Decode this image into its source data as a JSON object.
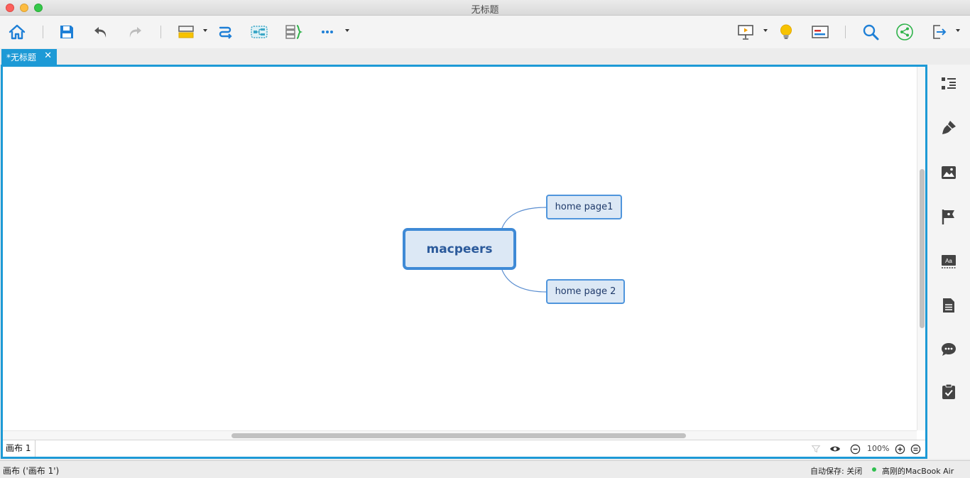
{
  "window": {
    "title": "无标题"
  },
  "tab": {
    "label": "*无标题",
    "close": "✕"
  },
  "mindmap": {
    "central": "macpeers",
    "topics": [
      "home page1",
      "home page 2"
    ]
  },
  "sheetbar": {
    "sheet_name": "画布 1",
    "zoom": "100%"
  },
  "status": {
    "left": "画布 ('画布 1')",
    "autosave": "自动保存: 关闭",
    "user": "高刚的MacBook Air"
  },
  "colors": {
    "accent": "#1d9ad6",
    "node_fill": "#dce8f5",
    "node_border": "#3f8ad6"
  },
  "icons": {
    "toolbar": [
      "home-icon",
      "save-icon",
      "undo-icon",
      "redo-icon",
      "topic-style-icon",
      "relationship-icon",
      "boundary-icon",
      "summary-icon",
      "more-icon",
      "presentation-icon",
      "brainstorm-icon",
      "gantt-icon",
      "search-icon",
      "share-icon",
      "export-icon"
    ],
    "right_panel": [
      "outline-icon",
      "format-icon",
      "image-icon",
      "marker-icon",
      "style-text-icon",
      "notes-icon",
      "comments-icon",
      "task-icon"
    ]
  }
}
